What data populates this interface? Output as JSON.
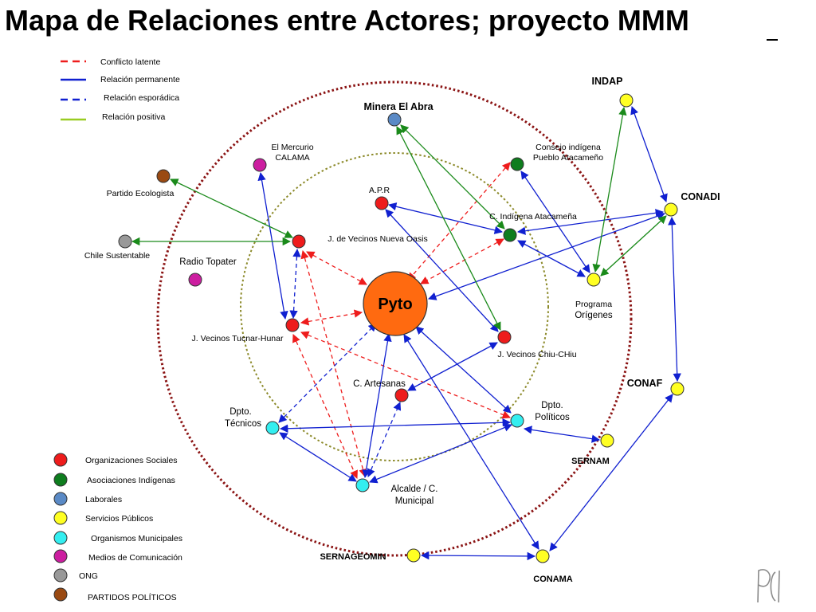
{
  "title": "Mapa de Relaciones entre Actores; proyecto MMM",
  "relation_legend": [
    {
      "label": "Conflicto latente",
      "color": "#ee1c1c",
      "style": "dashed"
    },
    {
      "label": "Relación permanente",
      "color": "#1020d0",
      "style": "solid"
    },
    {
      "label": "Relación esporádica",
      "color": "#1020d0",
      "style": "dashed"
    },
    {
      "label": "Relación positiva",
      "color": "#99cc22",
      "style": "solid"
    }
  ],
  "category_legend": [
    {
      "label": "Organizaciones Sociales",
      "color": "#ee1c1c"
    },
    {
      "label": "Asociaciones Indígenas",
      "color": "#0e7d1e"
    },
    {
      "label": "Laborales",
      "color": "#5a8ac6"
    },
    {
      "label": "Servicios Públicos",
      "color": "#ffff22"
    },
    {
      "label": "Organismos Municipales",
      "color": "#33eef0"
    },
    {
      "label": "Medios de Comunicación",
      "color": "#cc1ea0"
    },
    {
      "label": "ONG",
      "color": "#999999"
    },
    {
      "label": "PARTIDOS POLÍTICOS",
      "color": "#9a4a12"
    }
  ],
  "center_node": {
    "label": "Pyto",
    "color": "#ff6a10"
  },
  "nodes": {
    "indap": {
      "label": "INDAP"
    },
    "minera": {
      "label": "Minera El Abra"
    },
    "mercurio": {
      "label_lines": [
        "El Mercurio",
        "CALAMA"
      ]
    },
    "consejo": {
      "label_lines": [
        "Consejo indígena",
        "Pueblo Atacameño"
      ]
    },
    "partido": {
      "label": "Partido Ecologista"
    },
    "apr": {
      "label": "A.P.R"
    },
    "conadi": {
      "label": "CONADI"
    },
    "cindigena": {
      "label": "C. Indígena Atacameña"
    },
    "chile": {
      "label": "Chile Sustentable"
    },
    "jvnueva": {
      "label": "J. de Vecinos Nueva Oasis"
    },
    "radio": {
      "label": "Radio Topater"
    },
    "programa": {
      "label_lines": [
        "Programa",
        "Orígenes"
      ]
    },
    "jvtucnar": {
      "label": "J. Vecinos Tucnar-Hunar"
    },
    "jvchiu": {
      "label": "J. Vecinos Chiu-CHiu"
    },
    "artesanas": {
      "label": "C. Artesanas"
    },
    "conaf": {
      "label": "CONAF"
    },
    "dtecnicos": {
      "label_lines": [
        "Dpto.",
        "Técnicos"
      ]
    },
    "dpoliticos": {
      "label_lines": [
        "Dpto.",
        "Políticos"
      ]
    },
    "sernam": {
      "label": "SERNAM"
    },
    "alcalde": {
      "label_lines": [
        "Alcalde / C.",
        "Municipal"
      ]
    },
    "sernageomin": {
      "label": "SERNAGEOMIN"
    },
    "conama": {
      "label": "CONAMA"
    }
  },
  "logo_text": "PCI",
  "colors": {
    "outer_circle": "#8b1414",
    "inner_circle": "#8c8a2a",
    "red_dashed": "#ee1c1c",
    "blue": "#1020d0",
    "green": "#1a8a1a",
    "lime": "#99cc22"
  }
}
